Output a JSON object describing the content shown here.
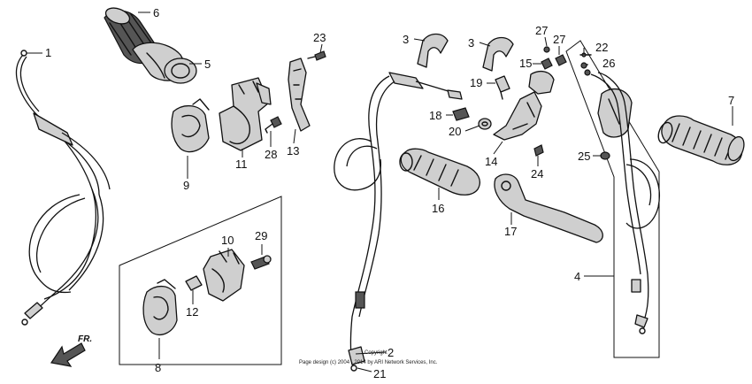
{
  "callouts": {
    "c1": "1",
    "c2": "2",
    "c3a": "3",
    "c3b": "3",
    "c4": "4",
    "c5": "5",
    "c6": "6",
    "c7": "7",
    "c8": "8",
    "c9": "9",
    "c10": "10",
    "c11": "11",
    "c12": "12",
    "c13": "13",
    "c14": "14",
    "c15": "15",
    "c16": "16",
    "c17": "17",
    "c18": "18",
    "c19": "19",
    "c20": "20",
    "c21": "21",
    "c22": "22",
    "c23": "23",
    "c24": "24",
    "c25": "25",
    "c26": "26",
    "c27a": "27",
    "c27b": "27",
    "c28": "28",
    "c29": "29"
  },
  "direction_label": "FR.",
  "copyright": {
    "line1": "Copyright",
    "line2": "Page design (c) 2004 - 2014 by ARI Network Services, Inc."
  }
}
